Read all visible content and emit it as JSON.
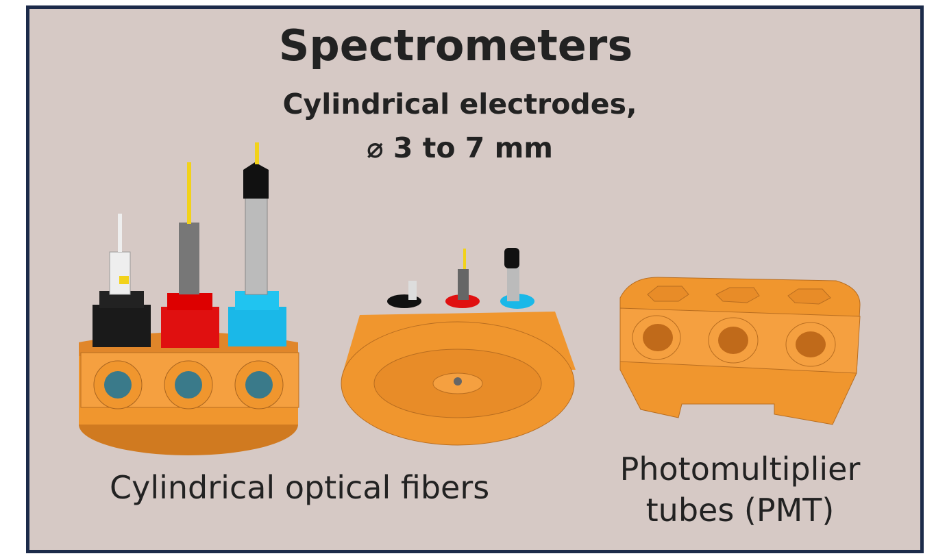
{
  "title": "Spectrometers",
  "subtitle_line1": "Cylindrical electrodes,",
  "subtitle_line2": "⌀ 3 to 7 mm",
  "caption_left": "Cylindrical optical fibers",
  "caption_right_line1": "Photomultiplier",
  "caption_right_line2": "tubes (PMT)",
  "colors": {
    "background": "#d6c9c5",
    "border": "#1c2b4a",
    "holder": "#f0962e",
    "black": "#1a1a1a",
    "red": "#e01010",
    "cyan": "#1ab8e8",
    "wire": "#f2d21a"
  }
}
